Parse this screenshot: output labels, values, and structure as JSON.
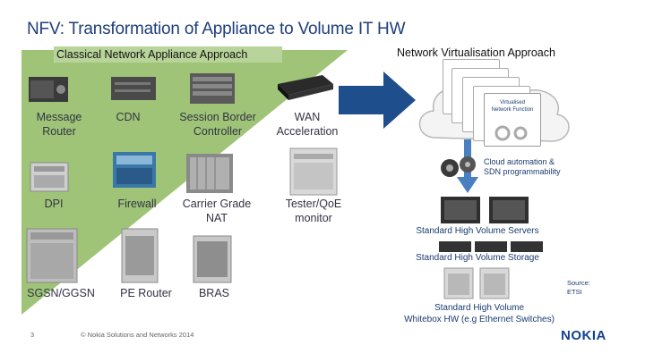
{
  "slide": {
    "title": "NFV: Transformation of Appliance to Volume IT HW",
    "left_header": "Classical Network Appliance Approach",
    "right_header": "Network Virtualisation Approach",
    "appliances": [
      {
        "label": "Message Router",
        "icon": "router-appliance-icon"
      },
      {
        "label": "CDN",
        "icon": "cdn-appliance-icon"
      },
      {
        "label": "Session Border Controller",
        "icon": "sbc-appliance-icon"
      },
      {
        "label": "WAN Acceleration",
        "icon": "wan-appliance-icon"
      },
      {
        "label": "DPI",
        "icon": "dpi-appliance-icon"
      },
      {
        "label": "Firewall",
        "icon": "firewall-appliance-icon"
      },
      {
        "label": "Carrier Grade NAT",
        "icon": "nat-appliance-icon"
      },
      {
        "label": "Tester/QoE monitor",
        "icon": "tester-appliance-icon"
      },
      {
        "label": "SGSN/GGSN",
        "icon": "sgsn-appliance-icon"
      },
      {
        "label": "PE Router",
        "icon": "pe-router-appliance-icon"
      },
      {
        "label": "BRAS",
        "icon": "bras-appliance-icon"
      }
    ],
    "vnf_card_text": "Virtualised Network Function",
    "cloud_automation": "Cloud automation & SDN programmability",
    "servers_label": "Standard High Volume Servers",
    "storage_label": "Standard High Volume Storage",
    "switch_label_line1": "Standard High Volume",
    "switch_label_line2": "Whitebox HW (e.g Ethernet Switches)",
    "source_line1": "Source:",
    "source_line2": "ETSI",
    "page_number": "3",
    "copyright": "© Nokia Solutions and Networks 2014",
    "logo": "NOKIA",
    "colors": {
      "title": "#1f3f7a",
      "green": "#6fa43a",
      "arrow": "#1f4e8c",
      "logo": "#124191"
    }
  }
}
